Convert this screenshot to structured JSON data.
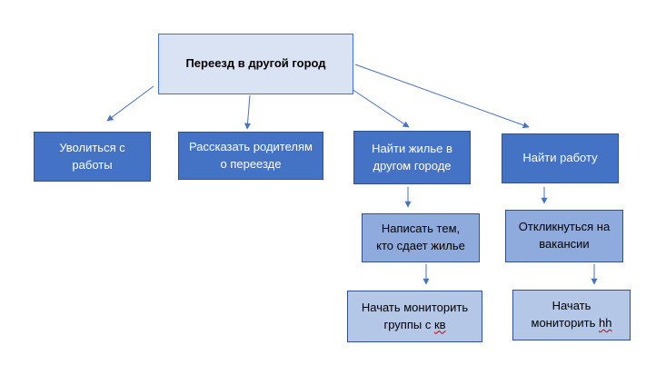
{
  "diagram": {
    "root": {
      "label": "Переезд в другой город"
    },
    "quit_job": {
      "label": "Уволиться с\nработы"
    },
    "tell_parents": {
      "label": "Рассказать родителям\nо переезде"
    },
    "find_housing": {
      "label": "Найти  жилье в\nдругом городе"
    },
    "find_job": {
      "label": "Найти работу"
    },
    "write_landlords": {
      "label": "Написать тем,\nкто сдает жилье"
    },
    "monitor_groups": {
      "label_main": "Начать мониторить\nгруппы с ",
      "label_word": "кв"
    },
    "respond_vacancies": {
      "label": "Откликнуться на\nвакансии"
    },
    "monitor_hh": {
      "label_main": "Начать\nмониторить ",
      "label_word": "hh"
    }
  },
  "colors": {
    "root_fill": "#dae3f3",
    "level1_fill": "#4472c4",
    "level2_fill": "#8faadc",
    "level3_fill": "#b4c7e7",
    "connector": "#4472c4"
  }
}
